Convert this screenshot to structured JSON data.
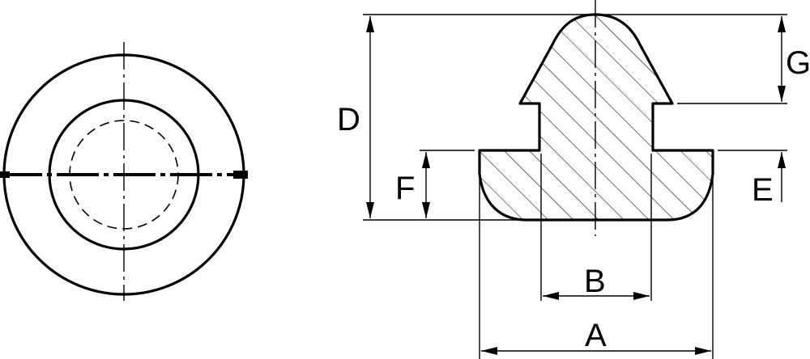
{
  "labels": {
    "A": "A",
    "B": "B",
    "D": "D",
    "E": "E",
    "F": "F",
    "G": "G"
  }
}
